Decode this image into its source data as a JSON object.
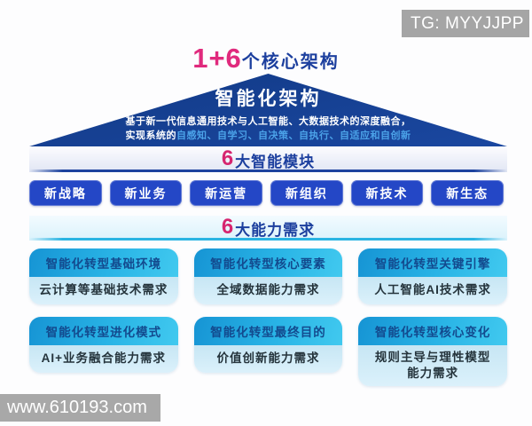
{
  "watermarks": {
    "top_right": "TG: MYYJJPP",
    "bottom_left": "www.610193.com"
  },
  "title": {
    "highlight": "1+6",
    "rest": "个核心架构"
  },
  "pyramid": {
    "heading": "智能化架构",
    "desc_line1": "基于新一代信息通用技术与人工智能、大数据技术的深度融合，",
    "desc_line2_prefix": "实现系统的",
    "desc_line2_highlight": "自感知、自学习、自决策、自执行、自适应和自创新"
  },
  "modules_bar": {
    "number": "6",
    "label": "大智能模块"
  },
  "modules": [
    "新战略",
    "新业务",
    "新运营",
    "新组织",
    "新技术",
    "新生态"
  ],
  "capability_bar": {
    "number": "6",
    "label": "大能力需求"
  },
  "cards": [
    {
      "header": "智能化转型基础环境",
      "body": "云计算等基础技术需求"
    },
    {
      "header": "智能化转型核心要素",
      "body": "全域数据能力需求"
    },
    {
      "header": "智能化转型关键引擎",
      "body": "人工智能AI技术需求"
    },
    {
      "header": "智能化转型进化模式",
      "body": "AI+业务融合能力需求"
    },
    {
      "header": "智能化转型最终目的",
      "body": "价值创新能力需求"
    },
    {
      "header": "智能化转型核心变化",
      "body": "规则主导与理性模型\n能力需求"
    }
  ],
  "colors": {
    "magenta_accent": "#e02a7d",
    "navy_text": "#1c3f9e",
    "pyramid_blue": "#16408f",
    "pyramid_highlight_text": "#4ba2e8",
    "button_blue": "#2447c6",
    "card_header_cyan": "#29b4e6",
    "card_header_text": "#134a8e",
    "card_body_blue": "#cfe9f6",
    "watermark_gray": "#a6a6a6"
  }
}
